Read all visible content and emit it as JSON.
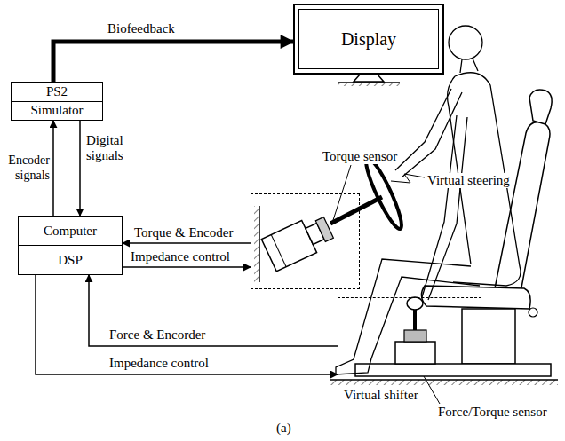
{
  "diagram": {
    "caption": "(a)",
    "nodes": [
      {
        "text": [
          "Display"
        ]
      },
      {
        "text": [
          "PS2",
          "Simulator"
        ]
      },
      {
        "text": [
          "Computer",
          "DSP"
        ]
      },
      {
        "text": [
          "Virtual steering"
        ]
      },
      {
        "text": [
          "Virtual shifter"
        ]
      }
    ],
    "edges": [
      {
        "from": 1,
        "to": 0,
        "label": "Biofeedback",
        "arrow": "to"
      },
      {
        "from": 2,
        "to": 1,
        "label": "Encoder signals",
        "arrow": "to"
      },
      {
        "from": 1,
        "to": 2,
        "label": "Digital signals",
        "arrow": "to"
      },
      {
        "from": 3,
        "to": 2,
        "label": "Torque & Encoder",
        "arrow": "to"
      },
      {
        "from": 2,
        "to": 3,
        "label": "Impedance control",
        "arrow": "to"
      },
      {
        "from": 4,
        "to": 2,
        "label": "Force & Encorder",
        "arrow": "to"
      },
      {
        "from": 2,
        "to": 4,
        "label": "Impedance control",
        "arrow": "to"
      }
    ],
    "labels": [
      "Torque sensor",
      "Force/Torque sensor"
    ]
  }
}
